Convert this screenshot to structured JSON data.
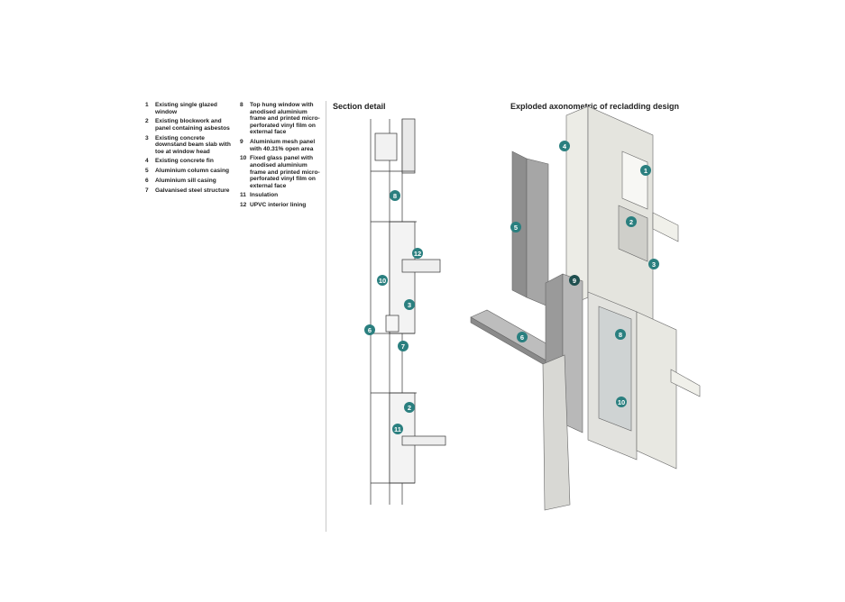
{
  "legend": {
    "items": [
      {
        "num": "1",
        "text": "Existing single glazed window"
      },
      {
        "num": "2",
        "text": "Existing blockwork and panel containing asbestos"
      },
      {
        "num": "3",
        "text": "Existing concrete downstand beam slab with toe at window head"
      },
      {
        "num": "4",
        "text": "Existing concrete fin"
      },
      {
        "num": "5",
        "text": "Aluminium column casing"
      },
      {
        "num": "6",
        "text": "Aluminium sill casing"
      },
      {
        "num": "7",
        "text": "Galvanised steel structure"
      },
      {
        "num": "8",
        "text": "Top hung window with anodised aluminium frame and printed micro-perforated vinyl film on external face"
      },
      {
        "num": "9",
        "text": "Aluminium mesh panel with 40.31% open area"
      },
      {
        "num": "10",
        "text": "Fixed glass panel with anodised aluminium frame and printed micro-perforated vinyl film on external face"
      },
      {
        "num": "11",
        "text": "Insulation"
      },
      {
        "num": "12",
        "text": "UPVC interior lining"
      }
    ]
  },
  "section": {
    "title": "Section detail",
    "badges": [
      "8",
      "12",
      "10",
      "3",
      "6",
      "7",
      "2",
      "11"
    ]
  },
  "axo": {
    "title": "Exploded axonometric of recladding design",
    "badges": [
      "4",
      "1",
      "2",
      "5",
      "3",
      "9",
      "6",
      "8",
      "10"
    ]
  },
  "colors": {
    "badge": "#2a7f7f",
    "badge_text": "#ffffff",
    "divider": "#c9c9c9",
    "line": "#333333"
  }
}
